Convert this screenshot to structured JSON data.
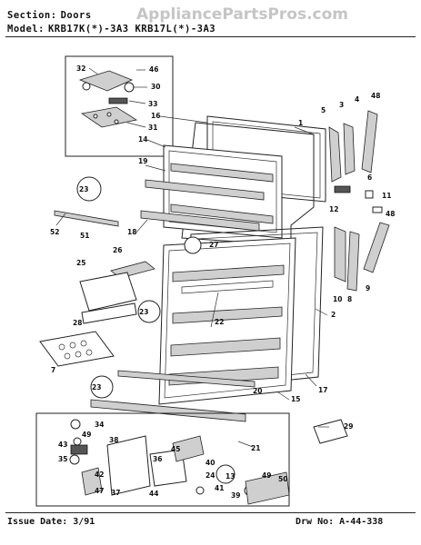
{
  "header": {
    "section_label": "Section:",
    "section_value": "Doors",
    "model_label": "Model:",
    "model_value": "KRB17K(*)-3A3  KRB17L(*)-3A3"
  },
  "watermark": "AppliancePartsPros.com",
  "footer": {
    "issue_date": "Issue Date: 3/91",
    "drawing_number": "Drw No: A-44-338"
  },
  "callouts": {
    "c32": "32",
    "c46": "46",
    "c30": "30",
    "c33": "33",
    "c31": "31",
    "c16": "16",
    "c14": "14",
    "c1": "1",
    "c19": "19",
    "c5": "5",
    "c3": "3",
    "c4": "4",
    "c48a": "48",
    "c23a": "23",
    "c52": "52",
    "c51": "51",
    "c18": "18",
    "c6": "6",
    "c11": "11",
    "c12": "12",
    "c48b": "48",
    "c27": "27",
    "c26": "26",
    "c25": "25",
    "c22": "22",
    "c23b": "23",
    "c28": "28",
    "c7": "7",
    "c10": "10",
    "c8": "8",
    "c9": "9",
    "c2": "2",
    "c17": "17",
    "c23c": "23",
    "c15": "15",
    "c20": "20",
    "c21": "21",
    "c29": "29",
    "c34": "34",
    "c49": "49",
    "c43": "43",
    "c35": "35",
    "c42": "42",
    "c47": "47",
    "c38": "38",
    "c36": "36",
    "c45": "45",
    "c37": "37",
    "c44": "44",
    "c40": "40",
    "c41": "41",
    "c24": "24",
    "c13": "13",
    "c39": "39",
    "c49b": "49",
    "c50": "50"
  }
}
